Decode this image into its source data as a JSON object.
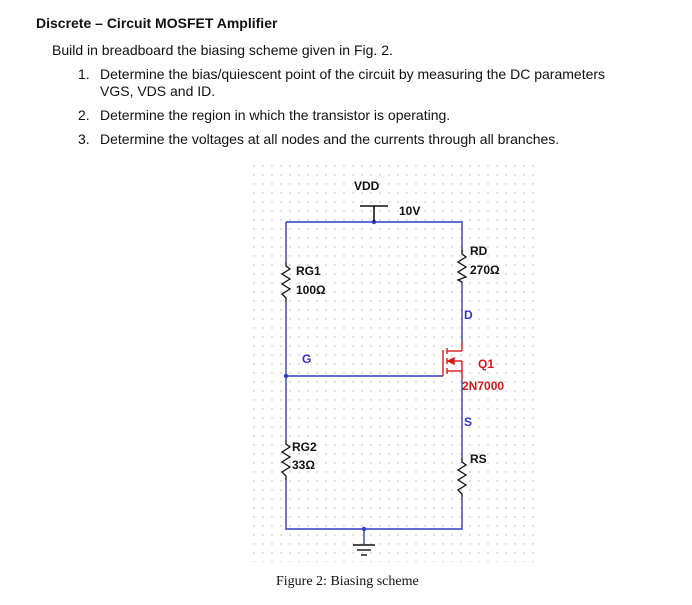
{
  "document": {
    "title": "Discrete – Circuit MOSFET Amplifier",
    "intro": "Build in breadboard the biasing scheme given in Fig. 2.",
    "items": [
      {
        "number": "1.",
        "text_line1": "Determine the bias/quiescent point of the circuit by measuring the DC parameters",
        "text_line2": "VGS, VDS and ID."
      },
      {
        "number": "2.",
        "text_line1": "Determine the region in which the transistor is operating."
      },
      {
        "number": "3.",
        "text_line1": "Determine the voltages at all nodes and the currents through all branches."
      }
    ]
  },
  "figure": {
    "caption": "Figure 2: Biasing scheme",
    "labels": {
      "vdd": "VDD",
      "vdd_value": "10V",
      "rd": "RD",
      "rd_value": "270Ω",
      "rg1": "RG1",
      "rg1_value": "100Ω",
      "drain": "D",
      "gate": "G",
      "q1": "Q1",
      "q1_part": "2N7000",
      "source": "S",
      "rg2": "RG2",
      "rg2_value": "33Ω",
      "rs": "RS"
    },
    "colors": {
      "wire": "#2f3fc8",
      "component": "#111111",
      "terminal_label": "#2e32d6",
      "transistor": "#d81818",
      "grid_dot": "#b6b6b6"
    }
  }
}
